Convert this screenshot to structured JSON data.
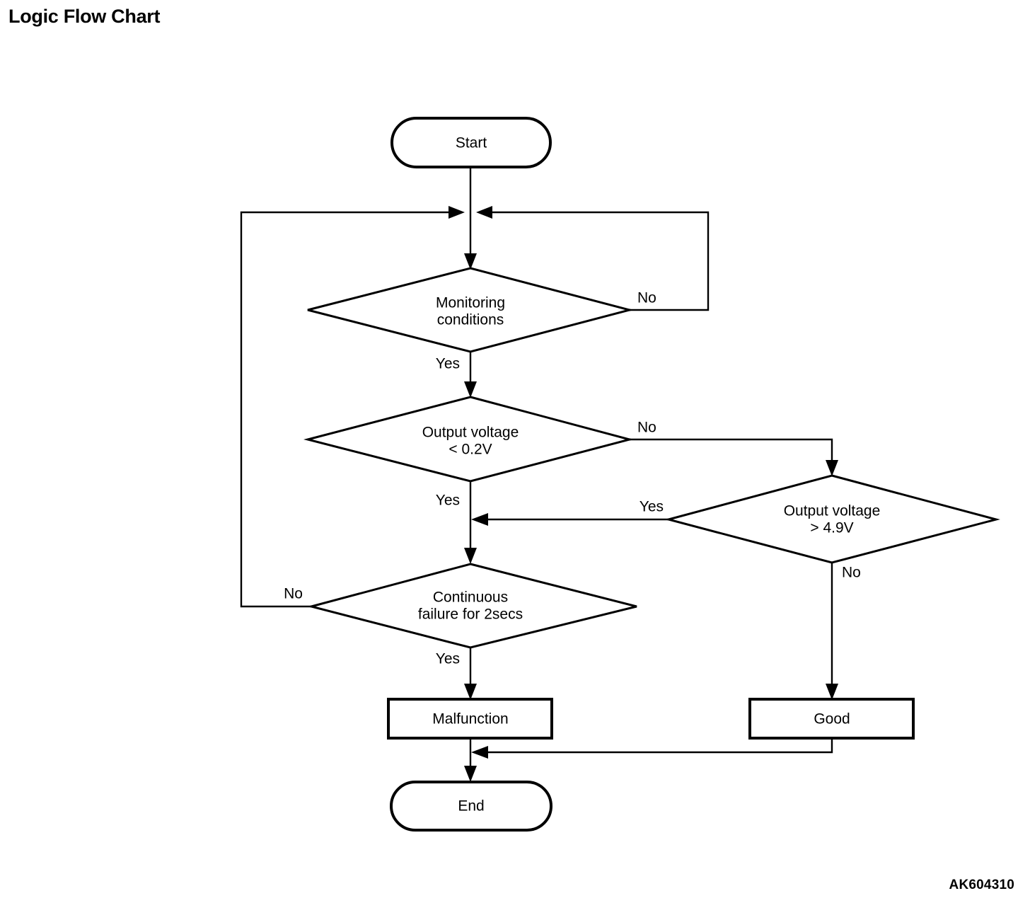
{
  "page": {
    "title": "Logic Flow Chart",
    "figure_code": "AK604310"
  },
  "chart_data": {
    "type": "diagram",
    "diagram_kind": "flowchart",
    "title": "Logic Flow Chart",
    "nodes": [
      {
        "id": "start",
        "shape": "terminator",
        "label": "Start"
      },
      {
        "id": "monitoring",
        "shape": "decision",
        "label_line1": "Monitoring",
        "label_line2": "conditions"
      },
      {
        "id": "low_volt",
        "shape": "decision",
        "label_line1": "Output voltage",
        "label_line2": "< 0.2V"
      },
      {
        "id": "high_volt",
        "shape": "decision",
        "label_line1": "Output voltage",
        "label_line2": "> 4.9V"
      },
      {
        "id": "continuous",
        "shape": "decision",
        "label_line1": "Continuous",
        "label_line2": "failure for 2secs"
      },
      {
        "id": "malfunction",
        "shape": "process",
        "label": "Malfunction"
      },
      {
        "id": "good",
        "shape": "process",
        "label": "Good"
      },
      {
        "id": "end",
        "shape": "terminator",
        "label": "End"
      }
    ],
    "edges": [
      {
        "from": "start",
        "to": "junction",
        "label": ""
      },
      {
        "from": "junction",
        "to": "monitoring",
        "label": ""
      },
      {
        "from": "monitoring",
        "to": "low_volt",
        "label": "Yes"
      },
      {
        "from": "monitoring",
        "to": "junction",
        "label": "No"
      },
      {
        "from": "low_volt",
        "to": "continuous",
        "label": "Yes"
      },
      {
        "from": "low_volt",
        "to": "high_volt",
        "label": "No"
      },
      {
        "from": "high_volt",
        "to": "continuous",
        "label": "Yes"
      },
      {
        "from": "high_volt",
        "to": "good",
        "label": "No"
      },
      {
        "from": "continuous",
        "to": "malfunction",
        "label": "Yes"
      },
      {
        "from": "continuous",
        "to": "junction",
        "label": "No"
      },
      {
        "from": "malfunction",
        "to": "end",
        "label": ""
      },
      {
        "from": "good",
        "to": "end",
        "label": ""
      }
    ],
    "edge_labels": {
      "monitoring_yes": "Yes",
      "monitoring_no": "No",
      "low_volt_yes": "Yes",
      "low_volt_no": "No",
      "high_volt_yes": "Yes",
      "high_volt_no": "No",
      "continuous_yes": "Yes",
      "continuous_no": "No"
    },
    "colors": {
      "background": "#ffffff",
      "stroke": "#000000",
      "fill": "#ffffff",
      "text": "#000000"
    }
  },
  "nodes": {
    "start": {
      "label": "Start"
    },
    "monitoring": {
      "line1": "Monitoring",
      "line2": "conditions"
    },
    "low_voltage": {
      "line1": "Output voltage",
      "line2": "< 0.2V"
    },
    "high_voltage": {
      "line1": "Output voltage",
      "line2": "> 4.9V"
    },
    "continuous": {
      "line1": "Continuous",
      "line2": "failure for 2secs"
    },
    "malfunction": {
      "label": "Malfunction"
    },
    "good": {
      "label": "Good"
    },
    "end": {
      "label": "End"
    }
  },
  "labels": {
    "monitoring_yes": "Yes",
    "monitoring_no": "No",
    "low_voltage_yes": "Yes",
    "low_voltage_no": "No",
    "high_voltage_yes": "Yes",
    "high_voltage_no": "No",
    "continuous_yes": "Yes",
    "continuous_no": "No"
  }
}
